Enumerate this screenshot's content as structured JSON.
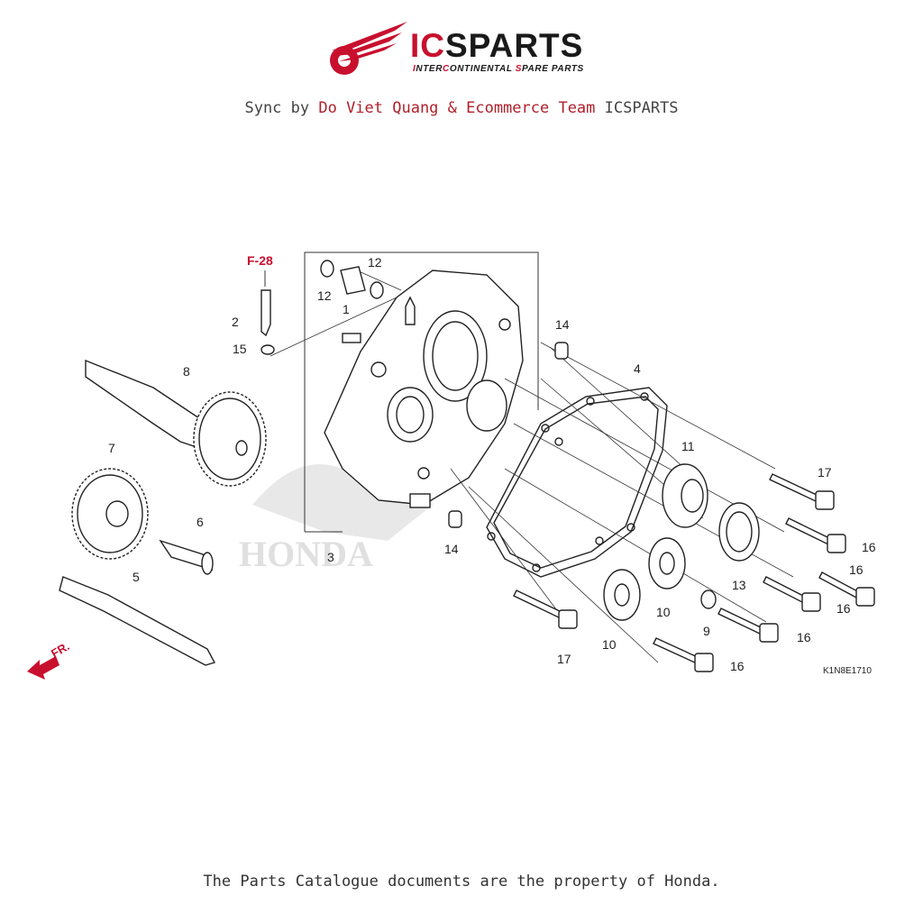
{
  "brand": {
    "name_red": "IC",
    "name_dark": "SPARTS",
    "tagline_parts": [
      "I",
      "NTER",
      "C",
      "ONTINENTAL ",
      "S",
      "PARE PARTS"
    ]
  },
  "sync": {
    "prefix": "Sync by ",
    "highlight": "Do Viet Quang & Ecommerce Team",
    "suffix": " ICSPARTS"
  },
  "diagram": {
    "reference": "F-28",
    "front_label": "FR.",
    "code": "K1N8E1710",
    "watermark": "HONDA",
    "callouts": [
      {
        "id": "c-1",
        "text": "1"
      },
      {
        "id": "c-2",
        "text": "2"
      },
      {
        "id": "c-3",
        "text": "3"
      },
      {
        "id": "c-4",
        "text": "4"
      },
      {
        "id": "c-5",
        "text": "5"
      },
      {
        "id": "c-6",
        "text": "6"
      },
      {
        "id": "c-7",
        "text": "7"
      },
      {
        "id": "c-8",
        "text": "8"
      },
      {
        "id": "c-9",
        "text": "9"
      },
      {
        "id": "c-10a",
        "text": "10"
      },
      {
        "id": "c-10b",
        "text": "10"
      },
      {
        "id": "c-11",
        "text": "11"
      },
      {
        "id": "c-12a",
        "text": "12"
      },
      {
        "id": "c-12b",
        "text": "12"
      },
      {
        "id": "c-13",
        "text": "13"
      },
      {
        "id": "c-14a",
        "text": "14"
      },
      {
        "id": "c-14b",
        "text": "14"
      },
      {
        "id": "c-15",
        "text": "15"
      },
      {
        "id": "c-16a",
        "text": "16"
      },
      {
        "id": "c-16b",
        "text": "16"
      },
      {
        "id": "c-16c",
        "text": "16"
      },
      {
        "id": "c-16d",
        "text": "16"
      },
      {
        "id": "c-16e",
        "text": "16"
      },
      {
        "id": "c-17a",
        "text": "17"
      },
      {
        "id": "c-17b",
        "text": "17"
      }
    ]
  },
  "footer": {
    "text": "The Parts Catalogue documents are the property of Honda."
  },
  "colors": {
    "accent": "#c8102e",
    "line": "#222222",
    "watermark": "#dcdcdc"
  }
}
